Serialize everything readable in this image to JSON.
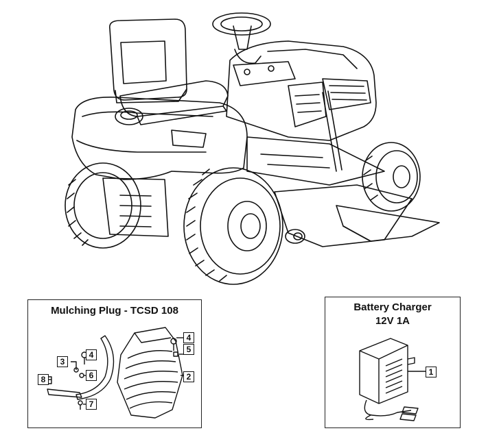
{
  "main_illustration": {
    "subject": "riding-mower-rear-view"
  },
  "mulching_panel": {
    "title": "Mulching Plug - TCSD 108",
    "callouts": [
      "4",
      "3",
      "6",
      "8",
      "7",
      "4",
      "5",
      "2"
    ]
  },
  "charger_panel": {
    "title_line1": "Battery Charger",
    "title_line2": "12V 1A",
    "callouts": [
      "1"
    ]
  },
  "colors": {
    "line": "#111111",
    "background": "#ffffff",
    "panel_border": "#222222"
  }
}
